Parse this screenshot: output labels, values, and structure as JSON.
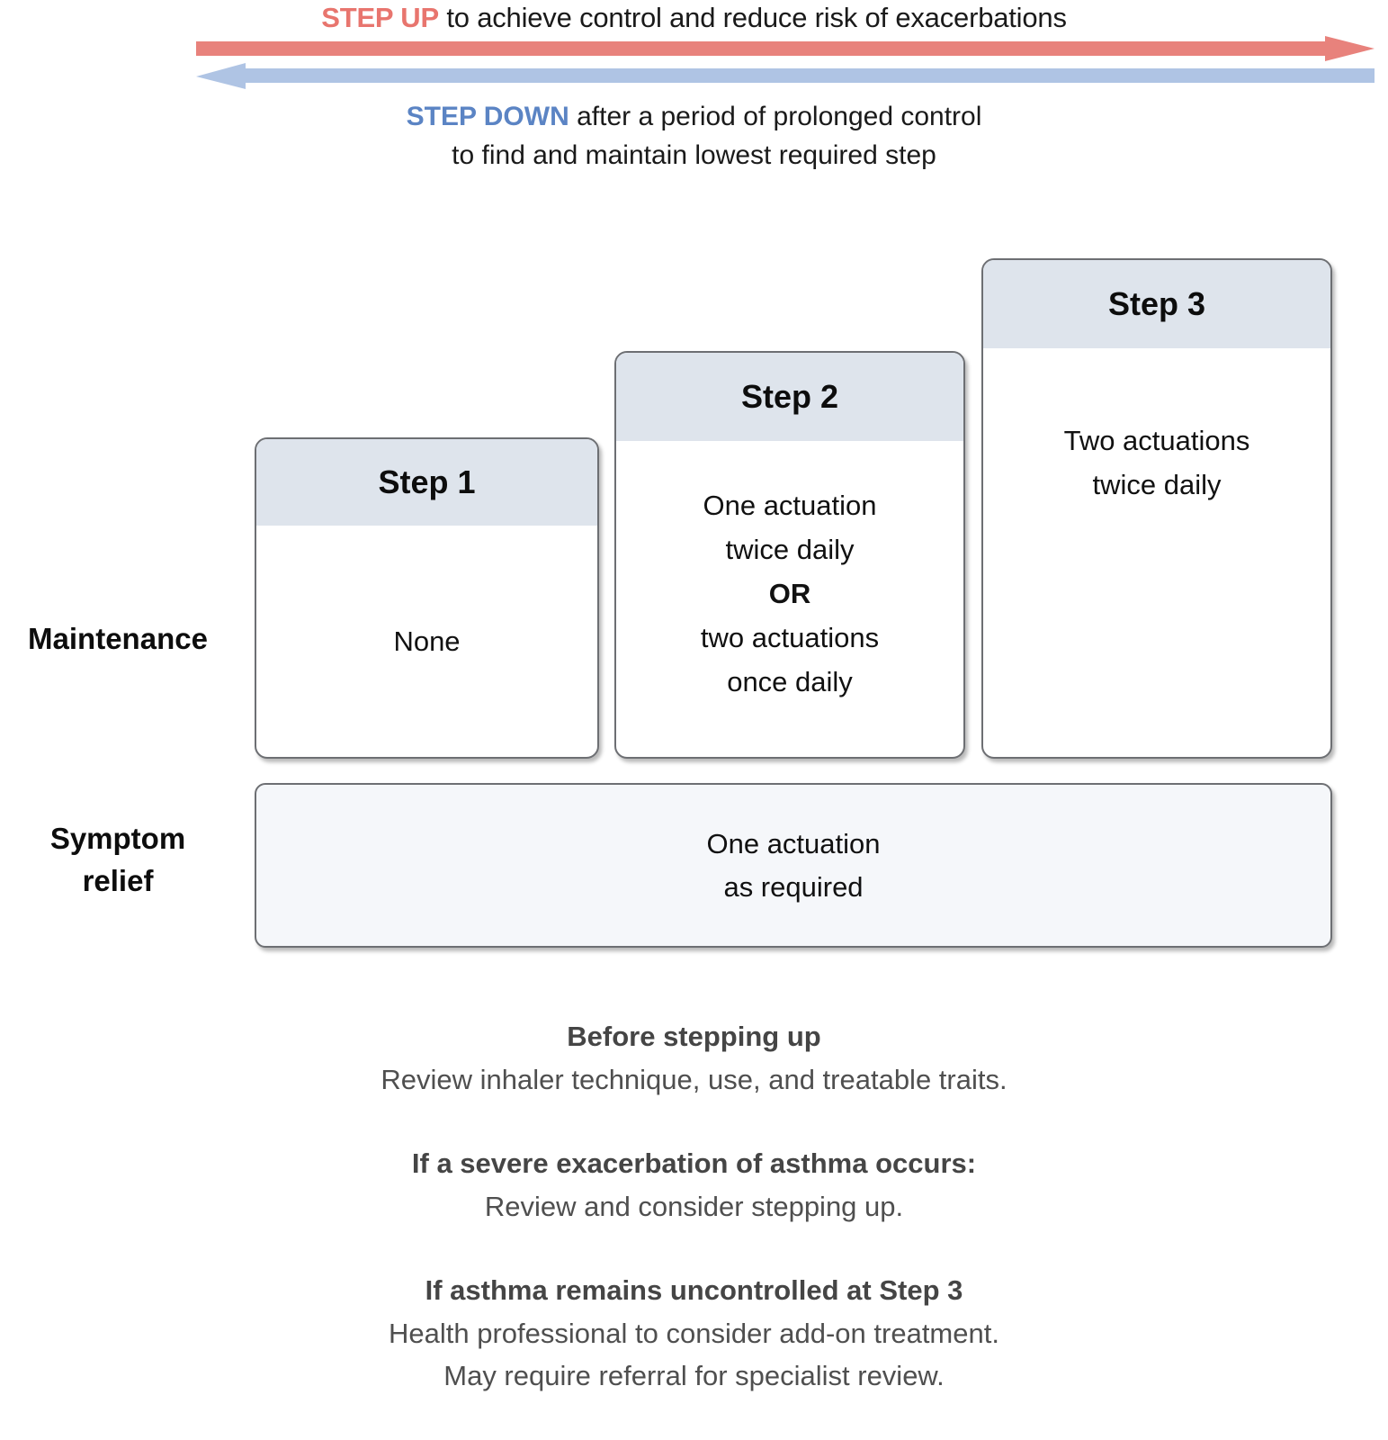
{
  "header": {
    "step_up": {
      "keyword": "STEP UP",
      "rest": " to achieve control and reduce risk of exacerbations",
      "color": "#E8756E"
    },
    "step_down": {
      "keyword": "STEP DOWN",
      "rest": " after a period of prolonged control",
      "line2": "to find and maintain lowest required step",
      "color": "#5B84C4"
    },
    "arrows": {
      "up_arrow_name": "step-up-arrow-right",
      "down_arrow_name": "step-down-arrow-left",
      "up_color": "#E8827C",
      "down_color": "#AFC4E4"
    }
  },
  "rows": {
    "maintenance_label": "Maintenance",
    "symptom_label_line1": "Symptom",
    "symptom_label_line2": "relief"
  },
  "steps": [
    {
      "title": "Step 1",
      "lines": [
        {
          "text": "None",
          "bold": false
        }
      ]
    },
    {
      "title": "Step 2",
      "lines": [
        {
          "text": "One actuation",
          "bold": false
        },
        {
          "text": "twice daily",
          "bold": false
        },
        {
          "text": "OR",
          "bold": true
        },
        {
          "text": "two actuations",
          "bold": false
        },
        {
          "text": "once daily",
          "bold": false
        }
      ]
    },
    {
      "title": "Step 3",
      "lines": [
        {
          "text": "Two actuations",
          "bold": false
        },
        {
          "text": "twice daily",
          "bold": false
        }
      ]
    }
  ],
  "relief": {
    "line1": "One actuation",
    "line2": "as required"
  },
  "footer_notes": [
    {
      "heading": "Before stepping up",
      "lines": [
        "Review inhaler technique, use, and treatable traits."
      ]
    },
    {
      "heading": "If a severe exacerbation of asthma occurs:",
      "lines": [
        "Review and consider stepping up."
      ]
    },
    {
      "heading": "If asthma remains uncontrolled at Step 3",
      "lines": [
        "Health professional to consider add-on treatment.",
        "May require referral for specialist review."
      ]
    }
  ],
  "colors": {
    "step_header_band": "#DEE4EC",
    "box_border": "#6d6f73",
    "relief_fill": "#F5F7FA",
    "note_text": "#4f4f4f"
  }
}
